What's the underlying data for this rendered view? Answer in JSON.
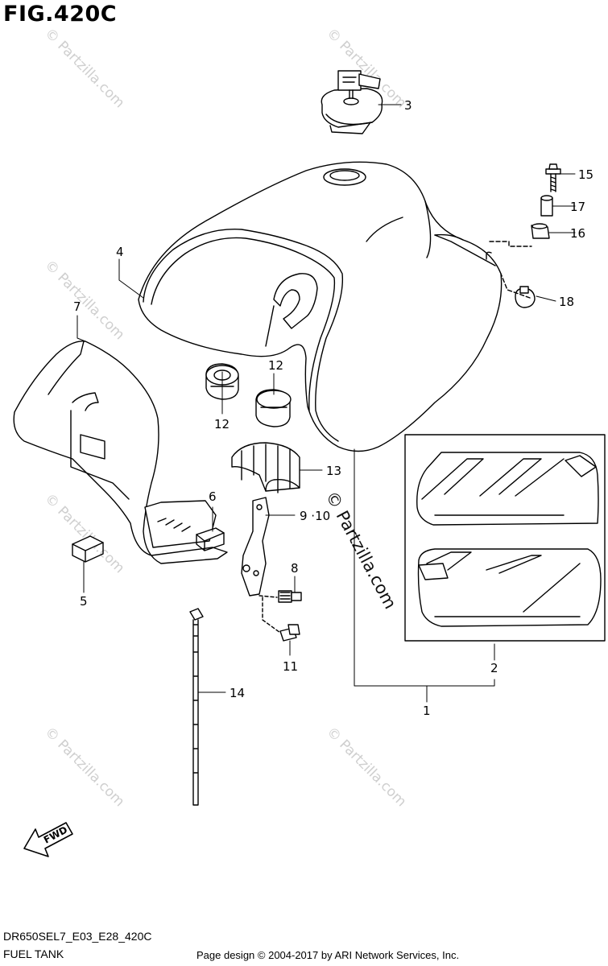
{
  "figure_title": "FIG.420C",
  "diagram_code": "DR650SEL7_E03_E28_420C",
  "section_title": "FUEL TANK",
  "copyright": "Page design © 2004-2017 by ARI Network Services, Inc.",
  "watermark": "© Partzilla.com",
  "fwd_label": "FWD",
  "callouts": {
    "c1": "1",
    "c2": "2",
    "c3": "3",
    "c4": "4",
    "c5": "5",
    "c6": "6",
    "c7": "7",
    "c8": "8",
    "c9_10": "9 ·10",
    "c11": "11",
    "c12a": "12",
    "c12b": "12",
    "c13": "13",
    "c14": "14",
    "c15": "15",
    "c16": "16",
    "c17": "17",
    "c18": "18"
  }
}
